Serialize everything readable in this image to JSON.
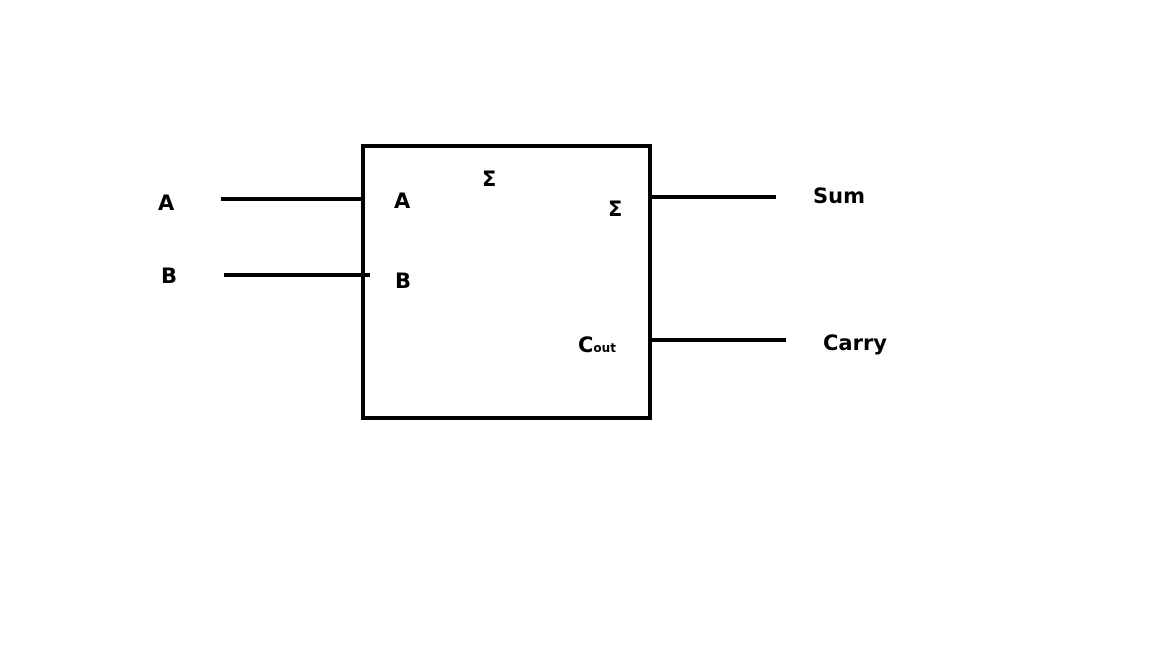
{
  "diagram": {
    "line_color": "#000000",
    "background": "#ffffff",
    "external_inputs": {
      "a": "A",
      "b": "B"
    },
    "external_outputs": {
      "sum": "Sum",
      "carry": "Carry"
    },
    "block": {
      "pin_a": "A",
      "pin_b": "B",
      "top_symbol": "Σ",
      "pin_sum": "Σ",
      "pin_cout_main": "C",
      "pin_cout_sub": "out"
    }
  }
}
